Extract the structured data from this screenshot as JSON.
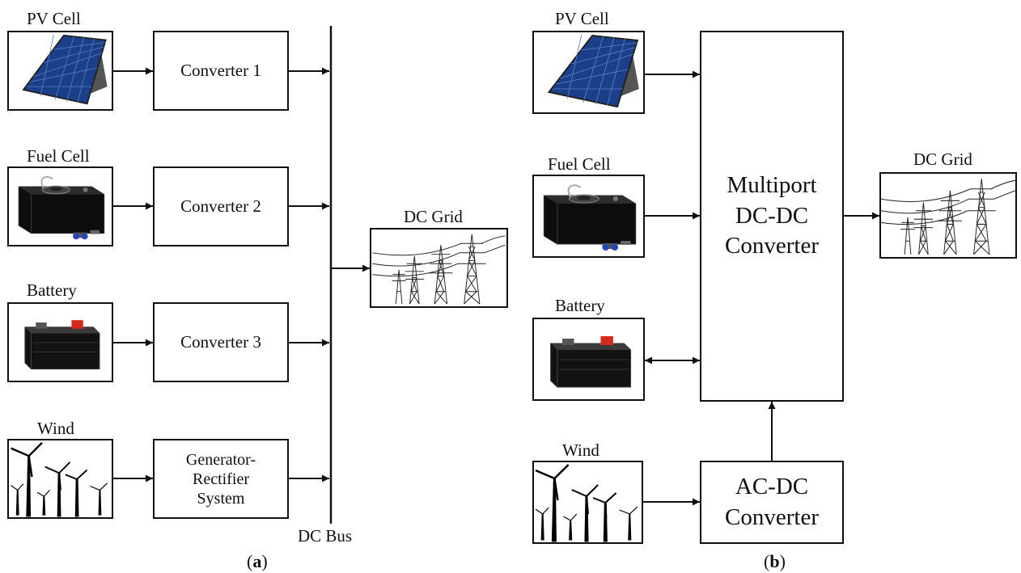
{
  "panel_a": {
    "caption": "a",
    "sources": [
      {
        "label": "PV Cell",
        "icon": "solar-panel-icon"
      },
      {
        "label": "Fuel Cell",
        "icon": "fuel-cell-tank-icon"
      },
      {
        "label": "Battery",
        "icon": "battery-icon"
      },
      {
        "label": "Wind",
        "icon": "wind-turbines-icon"
      }
    ],
    "converters": [
      "Converter 1",
      "Converter 2",
      "Converter 3",
      "Generator-\nRectifier\nSystem"
    ],
    "bus_label": "DC Bus",
    "grid_label": "DC Grid"
  },
  "panel_b": {
    "caption": "b",
    "sources": [
      {
        "label": "PV Cell",
        "icon": "solar-panel-icon"
      },
      {
        "label": "Fuel Cell",
        "icon": "fuel-cell-tank-icon"
      },
      {
        "label": "Battery",
        "icon": "battery-icon"
      },
      {
        "label": "Wind",
        "icon": "wind-turbines-icon"
      }
    ],
    "multiport_label": "Multiport\nDC-DC\nConverter",
    "acdc_label": "AC-DC\nConverter",
    "grid_label": "DC Grid"
  },
  "colors": {
    "line": "#111111",
    "panel_blue": "#1c3f8a",
    "battery_cap": "#d62a1e",
    "connector_blue": "#2547b8"
  }
}
